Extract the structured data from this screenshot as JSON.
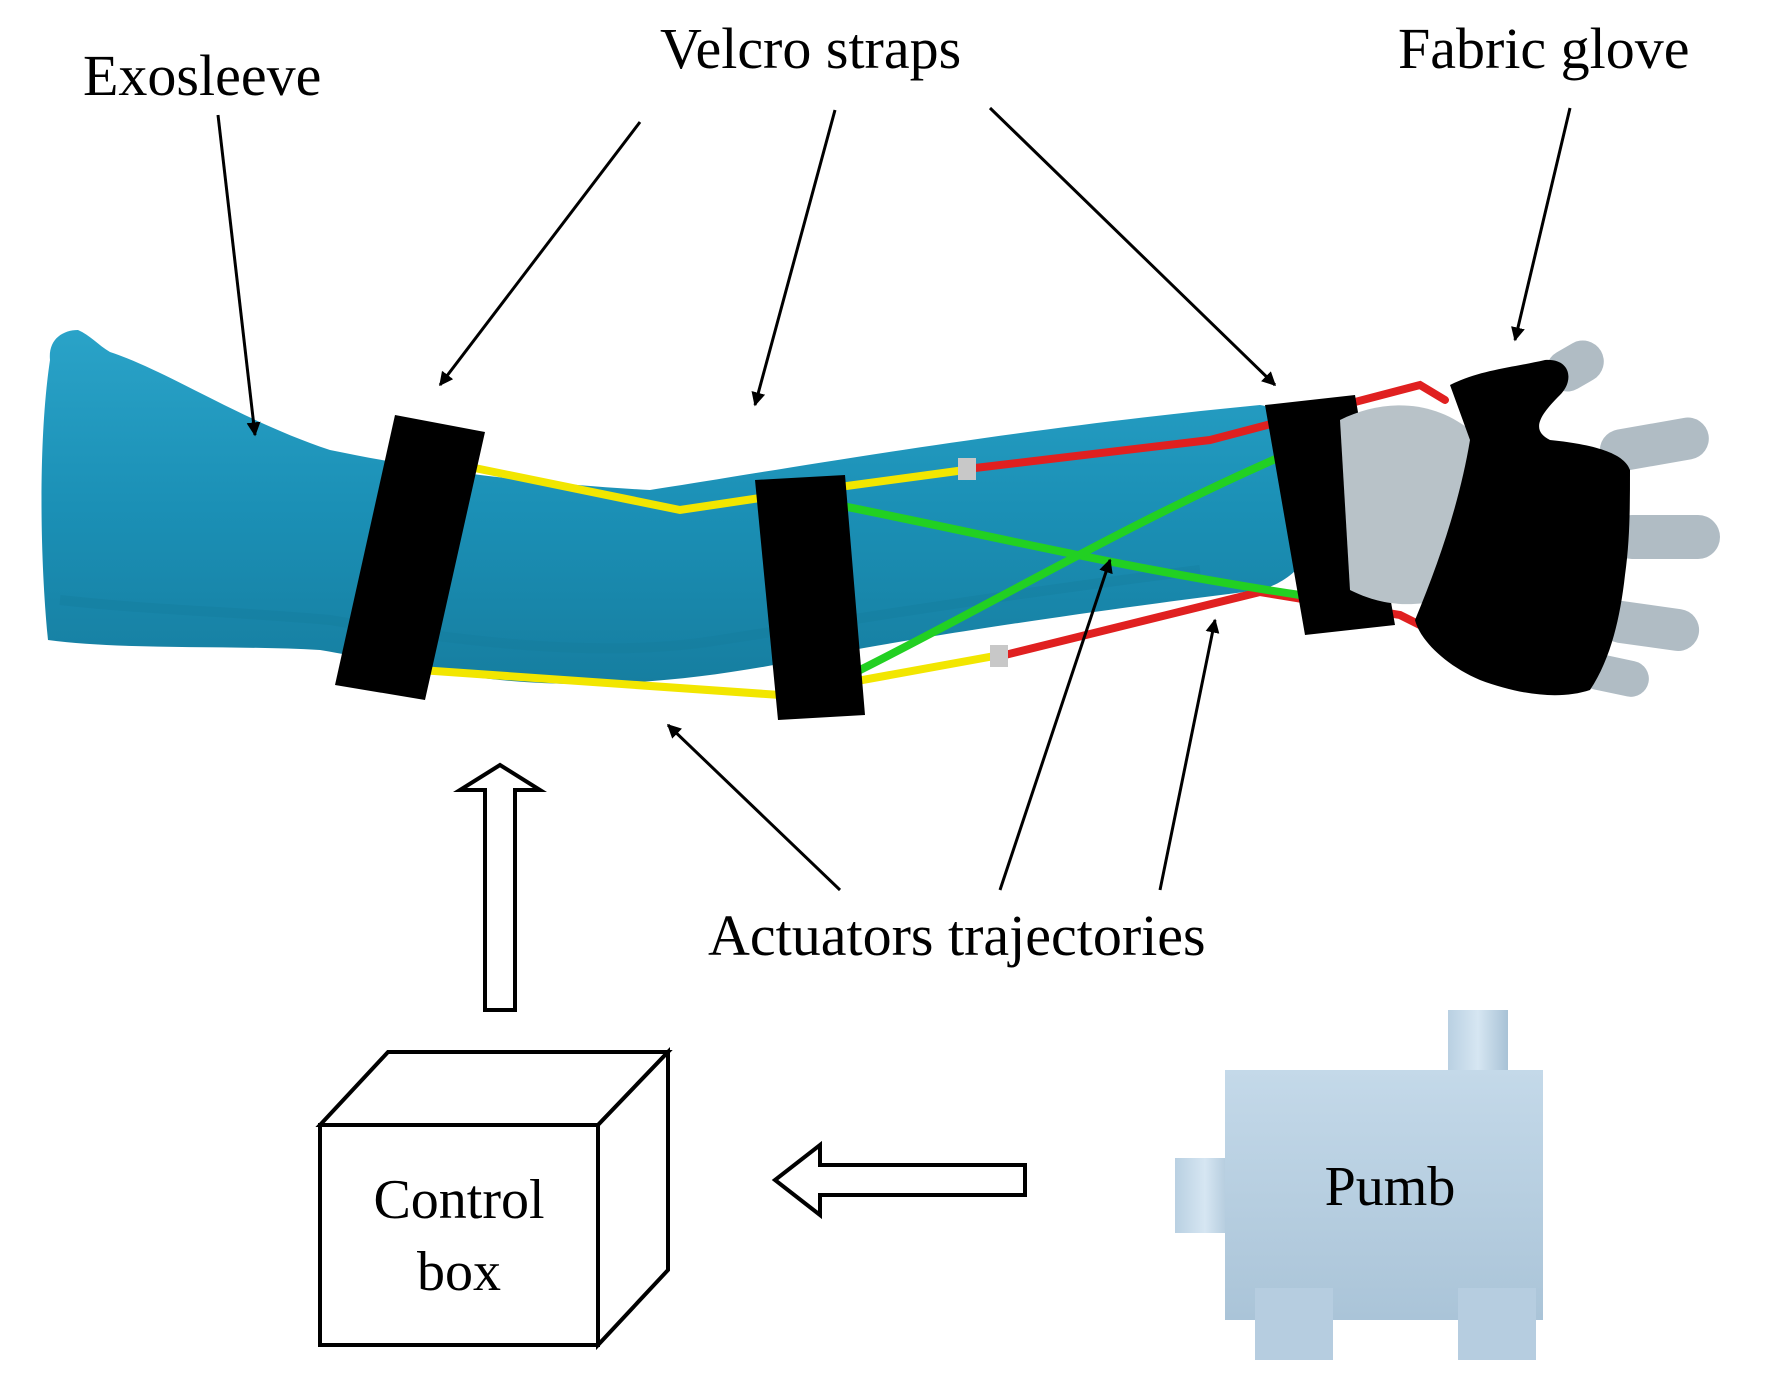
{
  "labels": {
    "exosleeve": "Exosleeve",
    "velcro_straps": "Velcro straps",
    "fabric_glove": "Fabric glove",
    "actuators_trajectories": "Actuators trajectories",
    "control_box_line1": "Control",
    "control_box_line2": "box",
    "pump": "Pumb"
  },
  "colors": {
    "sleeve": "#1e93b8",
    "sleeve_dark": "#157a9c",
    "strap": "#000000",
    "actuator_yellow": "#f2e600",
    "actuator_red": "#e02020",
    "actuator_green": "#22d022",
    "glove": "#000000",
    "finger": "#b0bcc4",
    "pump_body": "#c7dcea"
  }
}
